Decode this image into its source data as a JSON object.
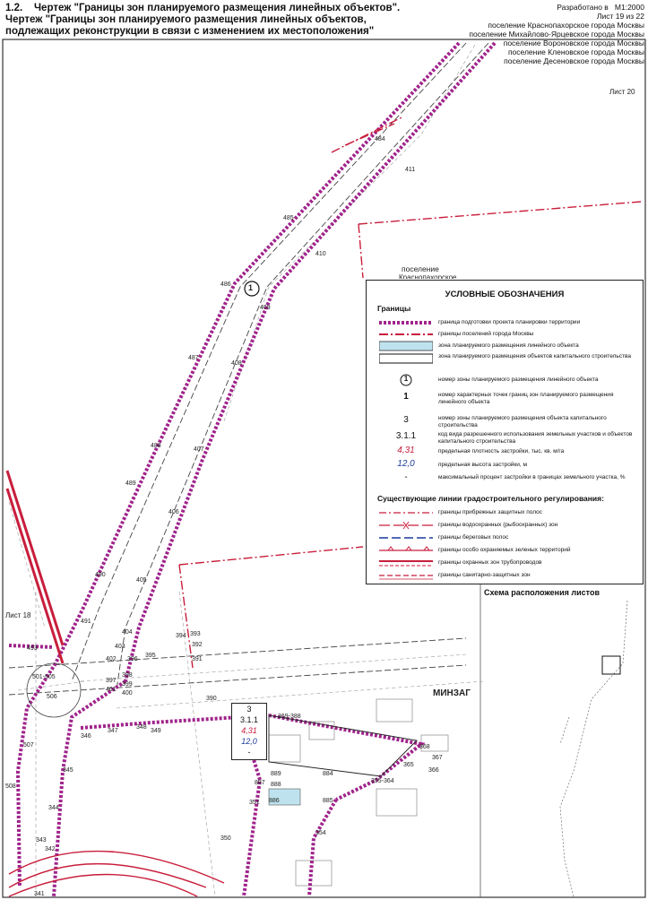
{
  "header": {
    "number": "1.2.",
    "line1": "Чертеж \"Границы зон планируемого размещения линейных объектов\".",
    "line2": "Чертеж \"Границы зон планируемого размещения линейных объектов,",
    "line3": "подлежащих реконструкции в связи с изменением их местоположения\""
  },
  "meta": {
    "developed": "Разработано в",
    "scale": "М1:2000",
    "sheet": "Лист 19 из 22",
    "settlements": [
      "поселение Краснопахорское города Москвы",
      "поселение Михайлово-Ярцевское города Москвы",
      "поселение Вороновское города Москвы",
      "поселение Кленовское города Москвы",
      "поселение Десеновское города Москвы"
    ]
  },
  "map_labels": {
    "sheet20": "Лист 20",
    "sheet18": "Лист 18",
    "settlement_label": "поселение",
    "settlement_cut": "Краснопахорское",
    "minzag": "МИНЗАГ",
    "zone_marker": "1"
  },
  "points": [
    "484",
    "411",
    "485",
    "410",
    "486",
    "409",
    "487",
    "408",
    "488",
    "407",
    "489",
    "406",
    "490",
    "405",
    "491",
    "404",
    "403",
    "402",
    "396",
    "395",
    "394",
    "393",
    "392",
    "391",
    "398",
    "399",
    "397",
    "400",
    "401",
    "493",
    "501-505",
    "506",
    "507",
    "508",
    "346",
    "347",
    "348",
    "349",
    "345",
    "344",
    "343",
    "342",
    "341",
    "350",
    "351",
    "354",
    "355-364",
    "365",
    "366",
    "367",
    "368",
    "369-388",
    "389",
    "390",
    "887",
    "888",
    "889",
    "884",
    "885",
    "886"
  ],
  "zone_box": {
    "zone": "3",
    "code": "3.1.1",
    "density": "4,31",
    "height": "12,0",
    "percent": "-"
  },
  "legend": {
    "title": "УСЛОВНЫЕ ОБОЗНАЧЕНИЯ",
    "section1": "Границы",
    "items": [
      "граница подготовки проекта планировки территории",
      "границы поселений города Москвы",
      "зона планируемого размещения линейного объекта",
      "зона планируемого размещения объектов капитального строительства",
      "номер зоны планируемого размещения линейного объекта",
      "номер характерных точек границ зон планируемого размещения линейного объекта",
      "номер зоны планируемого размещения объекта капитального строительства",
      "код вида разрешенного использования земельных участков и объектов капитального строительства",
      "предельная плотность застройки, тыс. кв. м/га",
      "предельная высота застройки, м",
      "максимальный процент застройки в границах земельного участка, %"
    ],
    "symbols": {
      "zone_num": "1",
      "point_num": "1",
      "zone_cs": "3",
      "code": "3.1.1",
      "density": "4,31",
      "height": "12,0",
      "percent": "-"
    },
    "section2": "Существующие линии градостроительного регулирования:",
    "items2": [
      "границы прибрежных защитных полос",
      "границы водоохранных (рыбоохранных) зон",
      "границы береговых полос",
      "границы особо охраняемых зеленых территорий",
      "границы охранных зон трубопроводов",
      "границы санитарно-защитных зон"
    ]
  },
  "scheme": {
    "title": "Схема расположения листов"
  },
  "colors": {
    "project_boundary": "#a0238c",
    "settlement_boundary": "#c81e3c",
    "zone_fill": "#bfe3ee",
    "dashed": "#333333"
  }
}
